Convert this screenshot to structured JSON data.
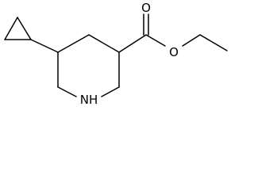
{
  "molecule": {
    "atoms": {
      "oxygen_carbonyl": "O",
      "oxygen_ester": "O",
      "nitrogen_ring": "NH"
    }
  },
  "colors": {
    "bond": "#000000",
    "background": "#ffffff"
  }
}
